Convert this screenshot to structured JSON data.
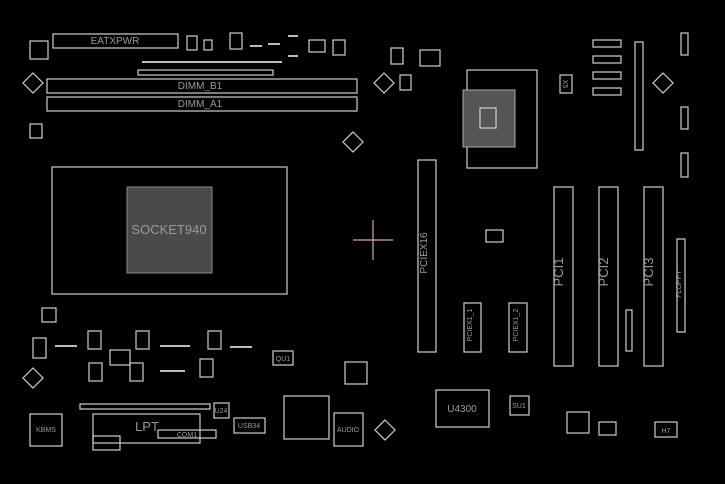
{
  "board": {
    "labels": {
      "eatxpwr": "EATXPWR",
      "dimm_b1": "DIMM_B1",
      "dimm_a1": "DIMM_A1",
      "socket": "SOCKET940",
      "pciex16": "PCIEX16",
      "pciex1_1": "PCIEX1_1",
      "pciex1_2": "PCIEX1_2",
      "pci1": "PCI1",
      "pci2": "PCI2",
      "pci3": "PCI3",
      "u4300": "U4300",
      "su1": "SU1",
      "h7": "H7",
      "kbms": "KBMS",
      "lpt": "LPT",
      "com1": "COM1",
      "u24": "U24",
      "usb34": "USB34",
      "audio": "AUDIO",
      "qu1": "QU1",
      "x5": "X5",
      "floppy": "FLOPPY"
    },
    "colors": {
      "background": "#000000",
      "outline": "#cfcfcf",
      "cursor": "#d9a0b0"
    }
  }
}
